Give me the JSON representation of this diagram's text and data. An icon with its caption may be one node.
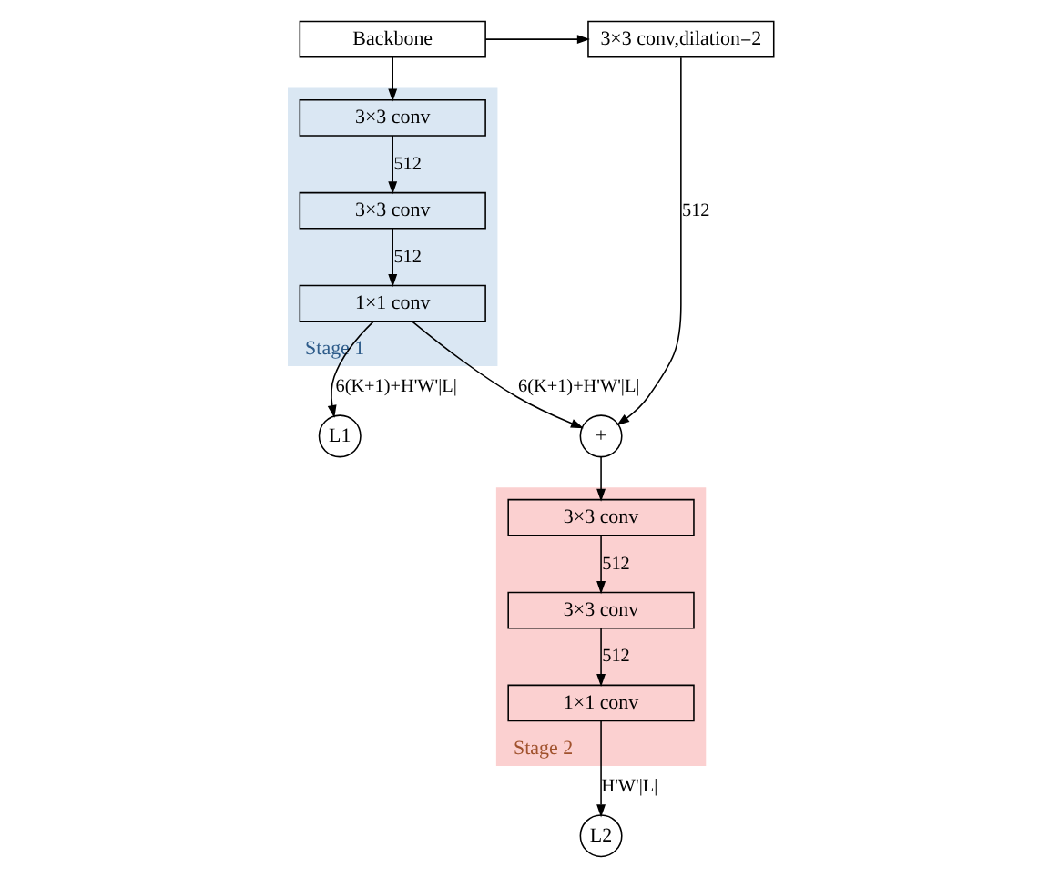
{
  "diagram": {
    "nodes": [
      {
        "text": [
          "Backbone"
        ]
      },
      {
        "text": [
          "Stage 1"
        ]
      },
      {
        "text": [
          "3×3 conv"
        ],
        "in": 1
      },
      {
        "text": [
          "3×3 conv"
        ],
        "in": 1
      },
      {
        "text": [
          "1×1 conv"
        ],
        "in": 1
      },
      {
        "text": [
          "L1"
        ]
      },
      {
        "text": [
          "3×3 conv,dilation=2"
        ]
      },
      {
        "text": [
          "+"
        ]
      },
      {
        "text": [
          "Stage 2"
        ]
      },
      {
        "text": [
          "3×3 conv"
        ],
        "in": 8
      },
      {
        "text": [
          "3×3 conv"
        ],
        "in": 8
      },
      {
        "text": [
          "1×1 conv"
        ],
        "in": 8
      },
      {
        "text": [
          "L2"
        ]
      }
    ],
    "edges": [
      {
        "from": 0,
        "to": 2,
        "arrow": "to"
      },
      {
        "from": 2,
        "to": 3,
        "arrow": "to",
        "label": "512"
      },
      {
        "from": 3,
        "to": 4,
        "arrow": "to",
        "label": "512"
      },
      {
        "from": 4,
        "to": 5,
        "arrow": "to",
        "label": "6(K+1)+H'W'|L|"
      },
      {
        "from": 0,
        "to": 6,
        "arrow": "to"
      },
      {
        "from": 6,
        "to": 7,
        "arrow": "to",
        "label": "512"
      },
      {
        "from": 4,
        "to": 7,
        "arrow": "to",
        "label": "6(K+1)+H'W'|L|"
      },
      {
        "from": 7,
        "to": 9,
        "arrow": "to"
      },
      {
        "from": 9,
        "to": 10,
        "arrow": "to",
        "label": "512"
      },
      {
        "from": 10,
        "to": 11,
        "arrow": "to",
        "label": "512"
      },
      {
        "from": 11,
        "to": 12,
        "arrow": "to",
        "label": "H'W'|L|"
      }
    ]
  }
}
